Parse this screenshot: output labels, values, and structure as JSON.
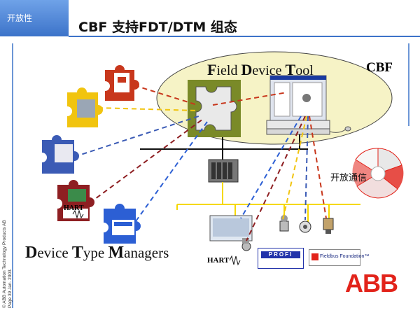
{
  "header": {
    "tab_label": "开放性",
    "title": "CBF 支持FDT/DTM 组态"
  },
  "frame": {
    "fdt_label_parts": [
      "F",
      "ield ",
      "D",
      "evice ",
      "T",
      "ool"
    ],
    "cbf_label": "CBF",
    "dtm_label_parts": [
      "D",
      "evice ",
      "T",
      "ype ",
      "M",
      "anagers"
    ],
    "open_comm_label": "开放通信"
  },
  "devices": {
    "hart_small": "HART",
    "hart_bottom": "HART",
    "fieldbus_foundation": "Fieldbus Foundation™",
    "profi": "PROFI"
  },
  "footer": {
    "copyright": "© ABB Automation Technology Products  AB",
    "page": "Page 39    Jan. 2003.",
    "logo": "ABB"
  },
  "colors": {
    "accent": "#3c73c9",
    "ellipse": "#f6f3c6",
    "puzzle_red": "#c8371c",
    "puzzle_yellow": "#f1c40f",
    "puzzle_blue": "#3b5bb5",
    "puzzle_maroon": "#8e1f22",
    "puzzle_blue2": "#2c5fd4",
    "bus_yellow": "#f5d800",
    "abb_red": "#e2231a"
  },
  "icons": {
    "wheel": "windows-protocol-wheel-icon",
    "pc": "computer-icon",
    "controller": "controller-rack-icon"
  }
}
